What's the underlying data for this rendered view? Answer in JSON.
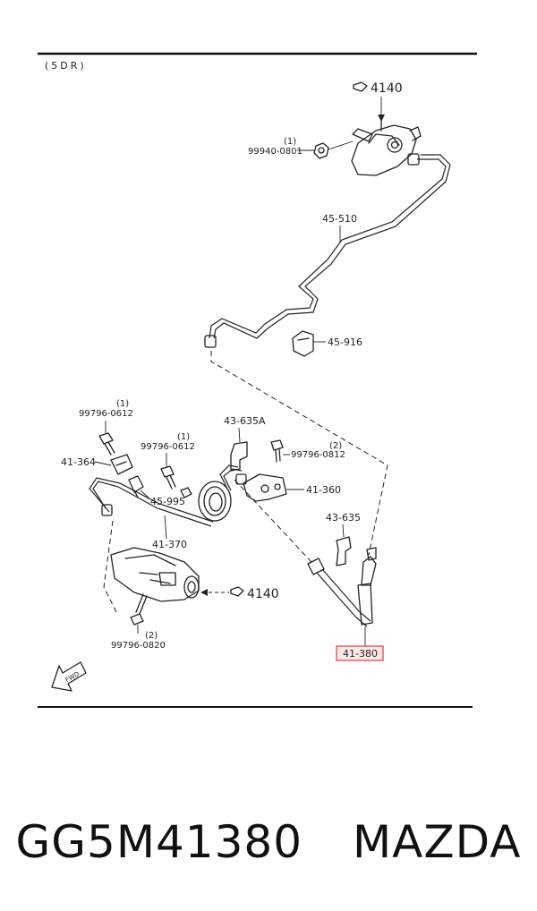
{
  "header": {
    "variant": "(5DR)"
  },
  "callouts": {
    "assembly_top": "4140",
    "assembly_bottom": "4140",
    "nut_qty": "(1)",
    "nut_code": "99940-0801",
    "pipe_main": "45-510",
    "clip_916": "45-916",
    "bolt1_qty": "(1)",
    "bolt1_code": "99796-0612",
    "bracket_364": "41-364",
    "clip_995": "45-995",
    "bolt2_qty": "(1)",
    "bolt2_code": "99796-0612",
    "pipe_370": "41-370",
    "clip_635a": "43-635A",
    "bolt3_qty": "(2)",
    "bolt3_code": "99796-0812",
    "bracket_360": "41-360",
    "clip_635": "43-635",
    "hose_380": "41-380",
    "bolt4_qty": "(2)",
    "bolt4_code": "99796-0820",
    "fwd": "FWD"
  },
  "caption": {
    "part_number": "GG5M41380",
    "brand": "MAZDA"
  },
  "colors": {
    "highlight": "#e23b3b",
    "highlight_fill": "#fde8e8",
    "ink": "#222222"
  }
}
